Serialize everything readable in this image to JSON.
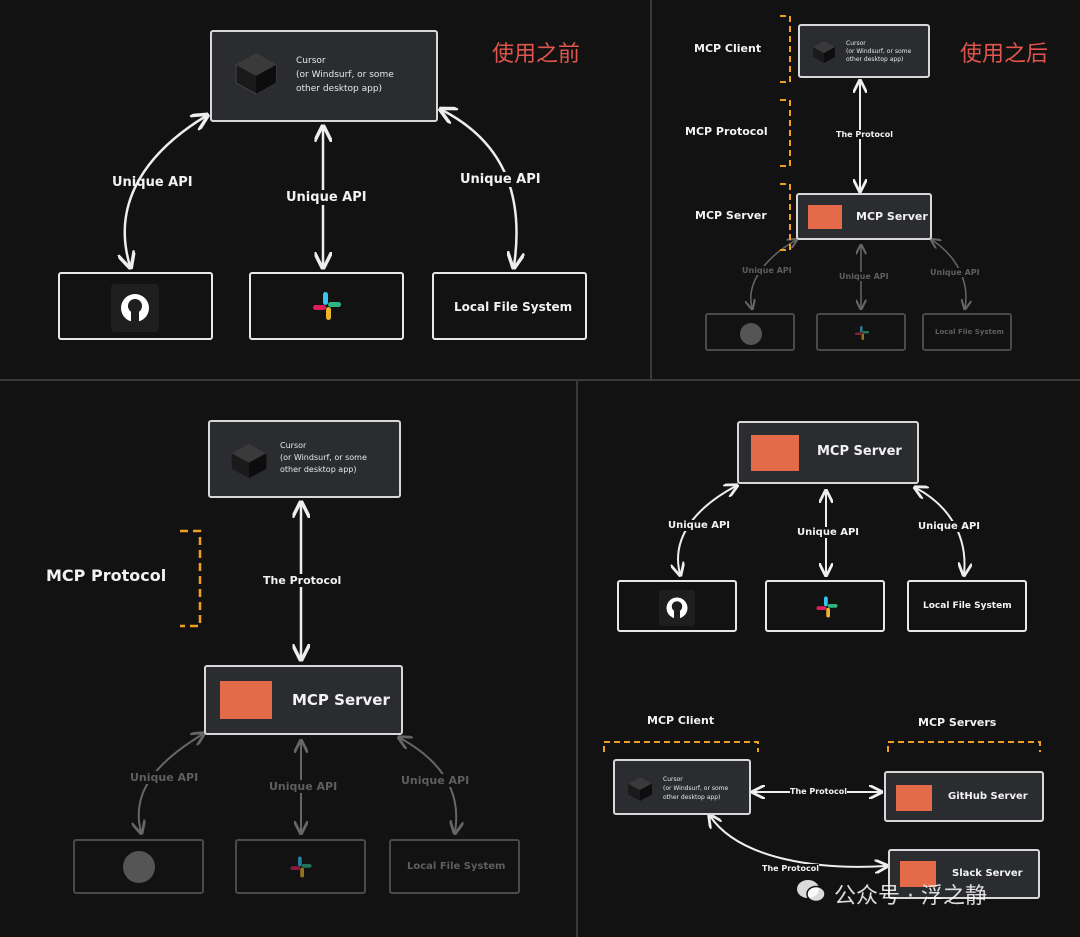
{
  "top_left": {
    "title": "使用之前",
    "client_label": "Cursor\n(or Windsurf, or some\nother desktop app)",
    "api_labels": [
      "Unique API",
      "Unique API",
      "Unique API"
    ],
    "fs_label": "Local File System"
  },
  "top_right": {
    "title": "使用之后",
    "mcp_client": "MCP Client",
    "mcp_protocol": "MCP Protocol",
    "mcp_server_side": "MCP Server",
    "client_label": "Cursor\n(or Windsurf, or some\nother desktop app)",
    "protocol": "The Protocol",
    "server_label": "MCP Server",
    "api_labels": [
      "Unique API",
      "Unique API",
      "Unique API"
    ],
    "fs_label": "Local File System"
  },
  "bottom_left": {
    "client_label": "Cursor\n(or Windsurf, or some\nother desktop app)",
    "mcp_protocol": "MCP Protocol",
    "protocol": "The Protocol",
    "server_label": "MCP Server",
    "api_labels": [
      "Unique API",
      "Unique API",
      "Unique API"
    ],
    "fs_label": "Local File System"
  },
  "bottom_right": {
    "server_label": "MCP Server",
    "api_labels": [
      "Unique API",
      "Unique API",
      "Unique API"
    ],
    "fs_label": "Local File System",
    "mcp_client": "MCP Client",
    "mcp_servers": "MCP Servers",
    "client_label": "Cursor\n(or Windsurf, or some\nother desktop app)",
    "protocol_1": "The Protocol",
    "protocol_2": "The Protocol",
    "github_server": "GitHub Server",
    "slack_server": "Slack Server"
  },
  "watermark": "公众号 · 浮之静",
  "colors": {
    "title_red": "#e0554d",
    "bracket": "#f0a020",
    "server_orange": "#e46a4a"
  }
}
